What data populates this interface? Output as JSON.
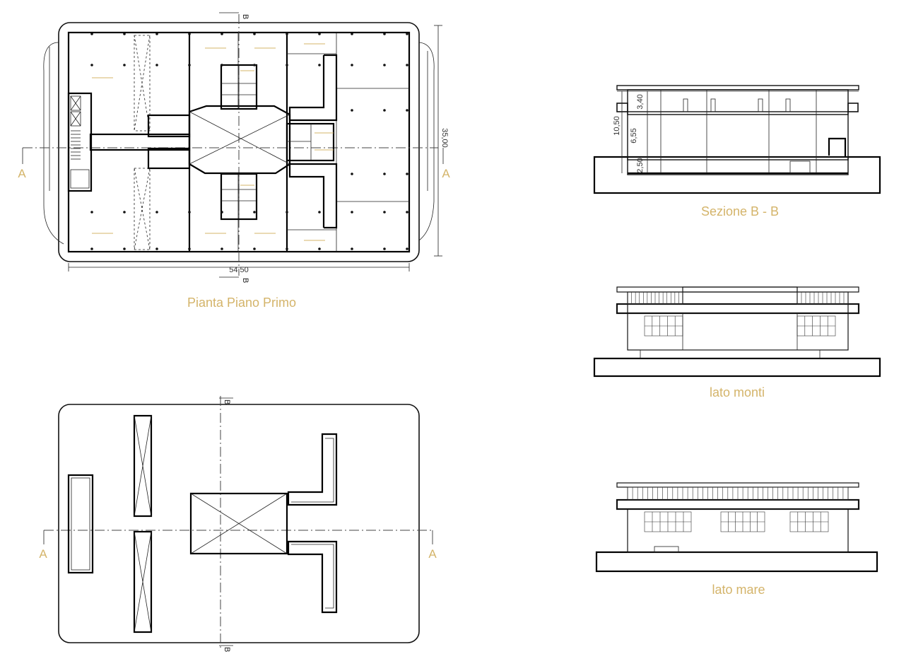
{
  "captions": {
    "first_floor_plan": "Pianta Piano Primo",
    "section_bb": "Sezione B - B",
    "side_mountains": "lato monti",
    "side_sea": "lato mare"
  },
  "section_markers": {
    "a": "A",
    "b": "B"
  },
  "dimensions": {
    "plan_width": "54,50",
    "plan_depth": "35,00",
    "section_total_height": "10,50",
    "section_upper_floor": "3,40",
    "section_middle_floor": "6,55",
    "section_base": "2,50"
  }
}
